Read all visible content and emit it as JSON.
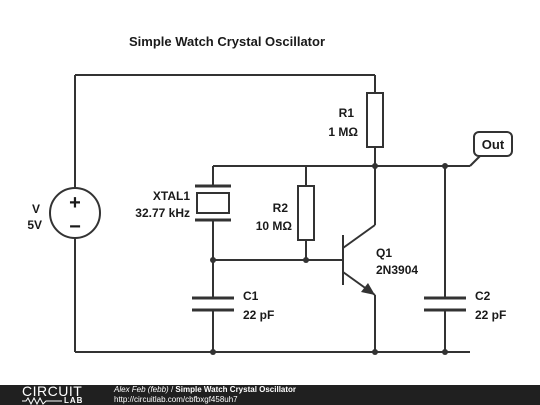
{
  "diagram": {
    "title": "Simple Watch Crystal Oscillator",
    "source": {
      "name": "V",
      "value": "5V",
      "plus": "+",
      "minus": "−"
    },
    "r1": {
      "name": "R1",
      "value": "1 MΩ"
    },
    "r2": {
      "name": "R2",
      "value": "10 MΩ"
    },
    "xtal": {
      "name": "XTAL1",
      "value": "32.77 kHz"
    },
    "q1": {
      "name": "Q1",
      "value": "2N3904"
    },
    "c1": {
      "name": "C1",
      "value": "22 pF"
    },
    "c2": {
      "name": "C2",
      "value": "22 pF"
    },
    "out_label": "Out"
  },
  "footer": {
    "logo_top": "CIRCUIT",
    "logo_bottom": "LAB",
    "author": "Alex Feb (febb)",
    "separator": "/",
    "title": "Simple Watch Crystal Oscillator",
    "url": "http://circuitlab.com/cbfbxgf458uh7"
  },
  "colors": {
    "wire": "#333333",
    "footer_bg": "#202020",
    "text": "#1a1a1a"
  }
}
